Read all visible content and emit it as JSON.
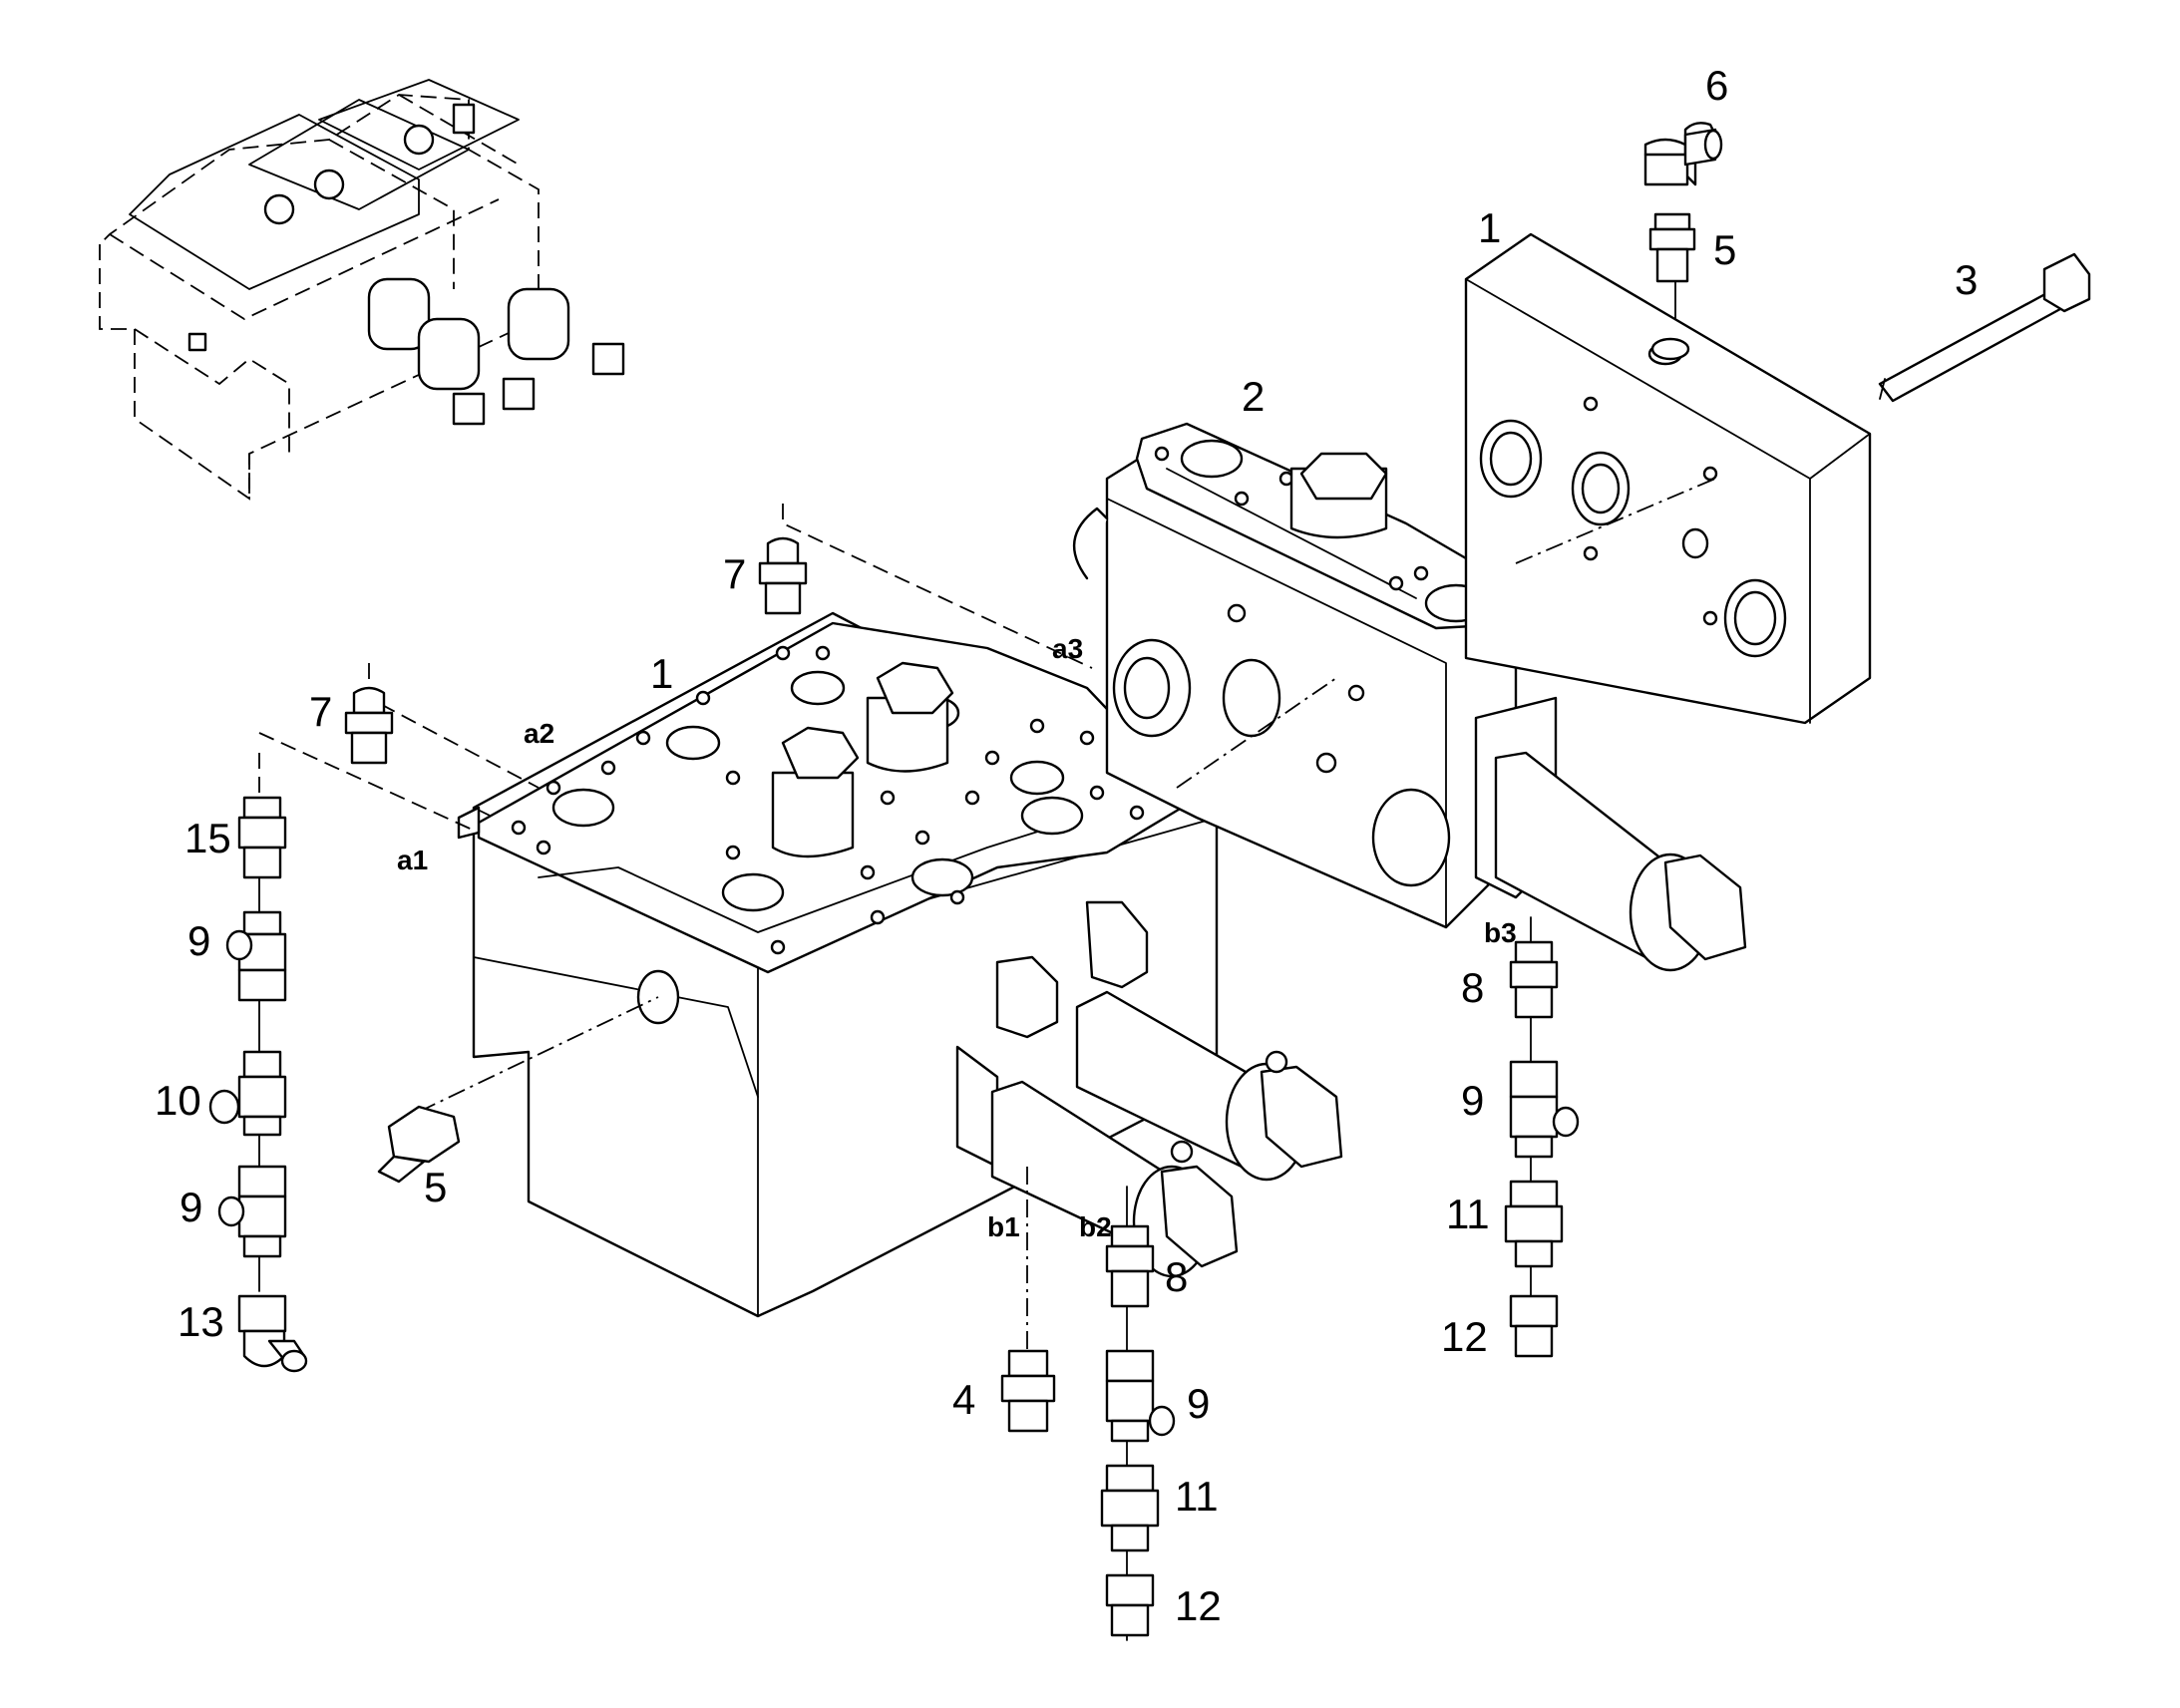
{
  "diagram": {
    "part_labels": [
      {
        "id": "p1",
        "text": "1"
      },
      {
        "id": "p2",
        "text": "1"
      },
      {
        "id": "p3",
        "text": "2"
      },
      {
        "id": "p4",
        "text": "3"
      },
      {
        "id": "p5",
        "text": "4"
      },
      {
        "id": "p6",
        "text": "5"
      },
      {
        "id": "p7",
        "text": "5"
      },
      {
        "id": "p8",
        "text": "6"
      },
      {
        "id": "p9",
        "text": "7"
      },
      {
        "id": "p10",
        "text": "7"
      },
      {
        "id": "p11",
        "text": "8"
      },
      {
        "id": "p12",
        "text": "8"
      },
      {
        "id": "p13",
        "text": "9"
      },
      {
        "id": "p14",
        "text": "9"
      },
      {
        "id": "p15",
        "text": "9"
      },
      {
        "id": "p16",
        "text": "9"
      },
      {
        "id": "p17",
        "text": "10"
      },
      {
        "id": "p18",
        "text": "11"
      },
      {
        "id": "p19",
        "text": "11"
      },
      {
        "id": "p20",
        "text": "12"
      },
      {
        "id": "p21",
        "text": "12"
      },
      {
        "id": "p22",
        "text": "13"
      },
      {
        "id": "p23",
        "text": "15"
      }
    ],
    "port_labels": [
      {
        "id": "a1",
        "text": "a1"
      },
      {
        "id": "a2",
        "text": "a2"
      },
      {
        "id": "a3",
        "text": "a3"
      },
      {
        "id": "b1",
        "text": "b1"
      },
      {
        "id": "b2",
        "text": "b2"
      },
      {
        "id": "b3",
        "text": "b3"
      }
    ]
  }
}
